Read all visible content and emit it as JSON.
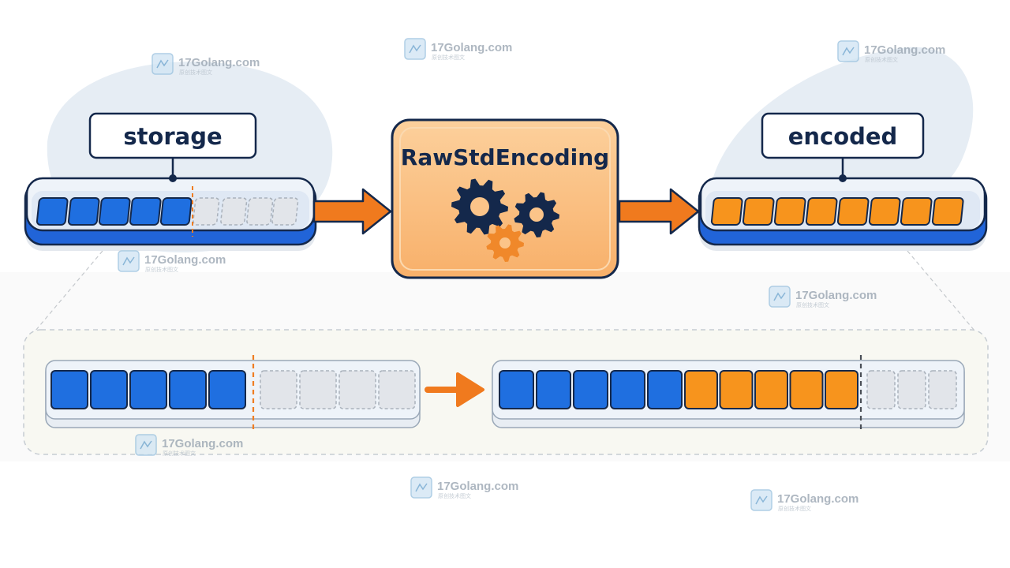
{
  "diagram": {
    "storage_label": "storage",
    "encoder_label": "RawStdEncoding",
    "encoded_label": "encoded"
  },
  "watermark": {
    "site": "17Golang.com",
    "tagline": "原创技术图文"
  },
  "colors": {
    "blue": "#1f6fe0",
    "orange": "#f7941d",
    "navy": "#14284b",
    "encoder_fill": "#fbc489",
    "arrow": "#f07a1e",
    "empty": "#e2e5ea"
  }
}
